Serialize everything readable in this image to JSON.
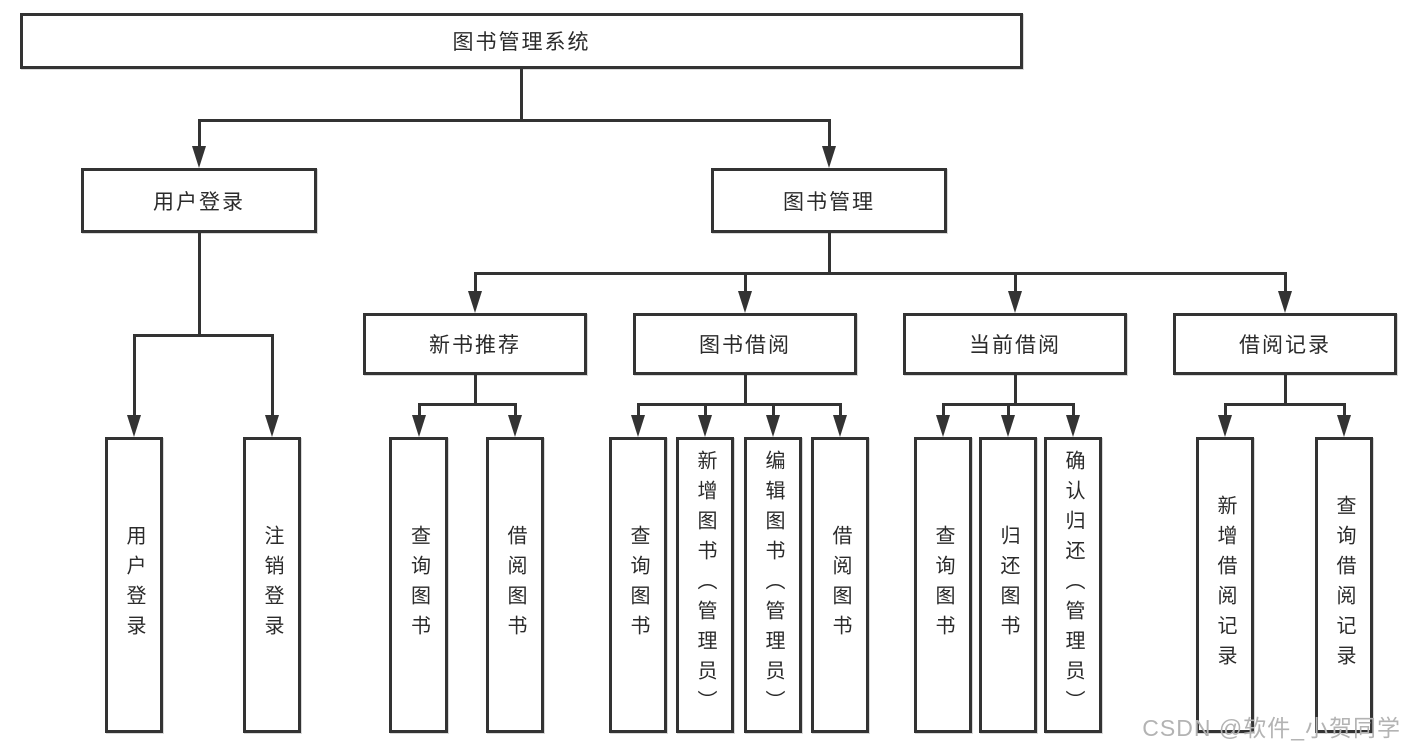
{
  "diagram": {
    "title": "图书管理系统",
    "watermark": "CSDN @软件_小贺同学",
    "colors": {
      "line": "#333333",
      "box_border": "#333333",
      "text": "#2b2b2b",
      "watermark": "#b3b3b3",
      "background": "#ffffff"
    },
    "tree": {
      "label": "图书管理系统",
      "children": [
        {
          "label": "用户登录",
          "children": [
            {
              "label": "用户登录"
            },
            {
              "label": "注销登录"
            }
          ]
        },
        {
          "label": "图书管理",
          "children": [
            {
              "label": "新书推荐",
              "children": [
                {
                  "label": "查询图书"
                },
                {
                  "label": "借阅图书"
                }
              ]
            },
            {
              "label": "图书借阅",
              "children": [
                {
                  "label": "查询图书"
                },
                {
                  "label": "新增图书（管理员）"
                },
                {
                  "label": "编辑图书（管理员）"
                },
                {
                  "label": "借阅图书"
                }
              ]
            },
            {
              "label": "当前借阅",
              "children": [
                {
                  "label": "查询图书"
                },
                {
                  "label": "归还图书"
                },
                {
                  "label": "确认归还（管理员）"
                }
              ]
            },
            {
              "label": "借阅记录",
              "children": [
                {
                  "label": "新增借阅记录"
                },
                {
                  "label": "查询借阅记录"
                }
              ]
            }
          ]
        }
      ]
    }
  }
}
